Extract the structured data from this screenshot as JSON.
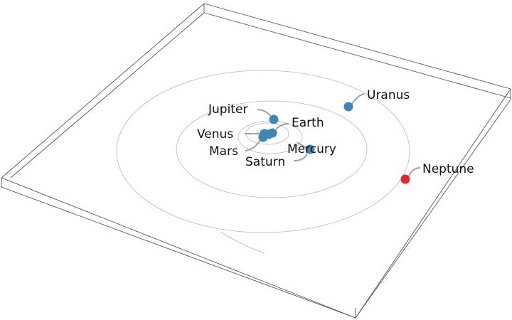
{
  "chart_data": {
    "type": "scatter",
    "title": "",
    "projection": "3d",
    "planets": [
      {
        "name": "Mercury",
        "highlight": false
      },
      {
        "name": "Venus",
        "highlight": false
      },
      {
        "name": "Earth",
        "highlight": false
      },
      {
        "name": "Mars",
        "highlight": false
      },
      {
        "name": "Jupiter",
        "highlight": false
      },
      {
        "name": "Saturn",
        "highlight": false
      },
      {
        "name": "Uranus",
        "highlight": false
      },
      {
        "name": "Neptune",
        "highlight": true
      }
    ],
    "colors": {
      "point": "#3a87b8",
      "highlight": "#ee2222",
      "orbit": "#b8b8b8",
      "box": "#555555"
    }
  }
}
